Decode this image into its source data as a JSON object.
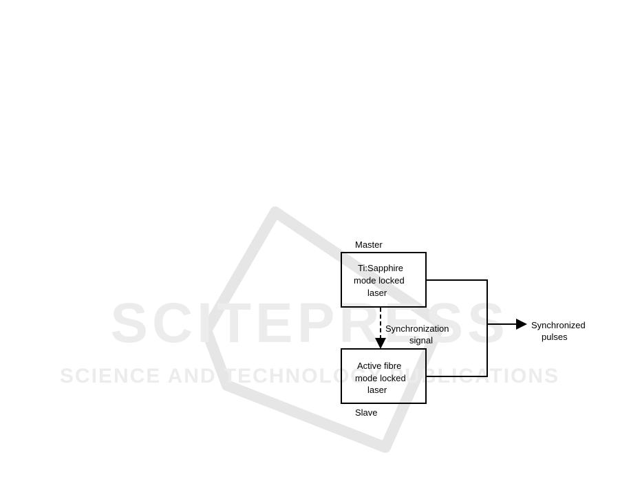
{
  "watermark": {
    "title": "SCITEPRESS",
    "subtitle": "SCIENCE AND TECHNOLOGY PUBLICATIONS"
  },
  "diagram": {
    "master_label": "Master",
    "slave_label": "Slave",
    "master_box": {
      "line1": "Ti:Sapphire",
      "line2": "mode locked",
      "line3": "laser"
    },
    "slave_box": {
      "line1": "Active fibre",
      "line2": "mode locked",
      "line3": "laser"
    },
    "sync_signal": {
      "line1": "Synchronization",
      "line2": "signal"
    },
    "output": {
      "line1": "Synchronized",
      "line2": "pulses"
    }
  }
}
